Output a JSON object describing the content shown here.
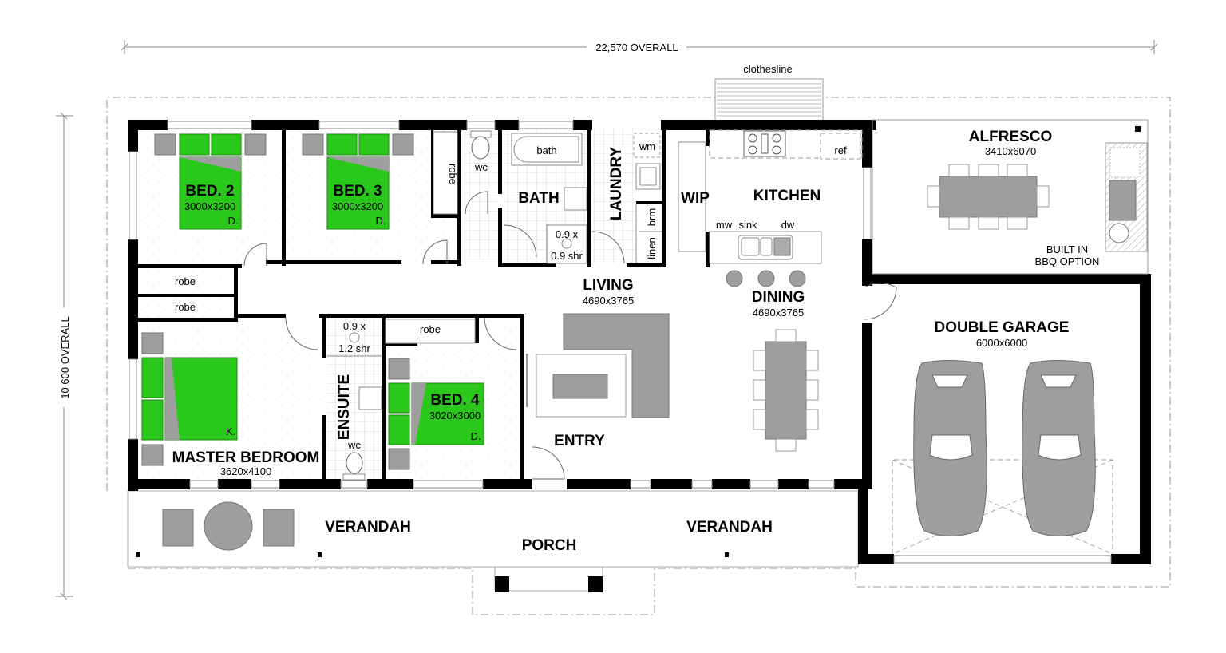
{
  "dimensions": {
    "overall_width": "22,570 OVERALL",
    "overall_depth": "10,600 OVERALL"
  },
  "rooms": {
    "bed2": {
      "name": "BED. 2",
      "size": "3000x3200",
      "bed_type": "D."
    },
    "bed3": {
      "name": "BED. 3",
      "size": "3000x3200",
      "bed_type": "D."
    },
    "bed4": {
      "name": "BED. 4",
      "size": "3020x3000",
      "bed_type": "D."
    },
    "master": {
      "name": "MASTER BEDROOM",
      "size": "3620x4100",
      "bed_type": "K."
    },
    "bath": {
      "name": "BATH"
    },
    "laundry": {
      "name": "LAUNDRY"
    },
    "wip": {
      "name": "WIP"
    },
    "kitchen": {
      "name": "KITCHEN"
    },
    "living": {
      "name": "LIVING",
      "size": "4690x3765"
    },
    "dining": {
      "name": "DINING",
      "size": "4690x3765"
    },
    "ensuite": {
      "name": "ENSUITE"
    },
    "entry": {
      "name": "ENTRY"
    },
    "alfresco": {
      "name": "ALFRESCO",
      "size": "3410x6070"
    },
    "garage": {
      "name": "DOUBLE GARAGE",
      "size": "6000x6000"
    },
    "verandah_left": {
      "name": "VERANDAH"
    },
    "verandah_right": {
      "name": "VERANDAH"
    },
    "porch": {
      "name": "PORCH"
    }
  },
  "fixtures": {
    "clothesline": "clothesline",
    "robe_bed3": "robe",
    "robe_hall_1": "robe",
    "robe_hall_2": "robe",
    "robe_bed4": "robe",
    "wc_main": "wc",
    "wc_ensuite": "wc",
    "bath_tub": "bath",
    "bath_shower_line1": "0.9 x",
    "bath_shower_line2": "0.9 shr",
    "ensuite_shower_line1": "0.9 x",
    "ensuite_shower_line2": "1.2 shr",
    "wm": "wm",
    "brm": "brm",
    "linen": "linen",
    "ref": "ref",
    "mw": "mw",
    "sink": "sink",
    "dw": "dw",
    "bbq_line1": "BUILT IN",
    "bbq_line2": "BBQ OPTION"
  },
  "colors": {
    "bed": "#2ac81a",
    "furniture": "#9e9e9e",
    "wall": "#000000"
  }
}
